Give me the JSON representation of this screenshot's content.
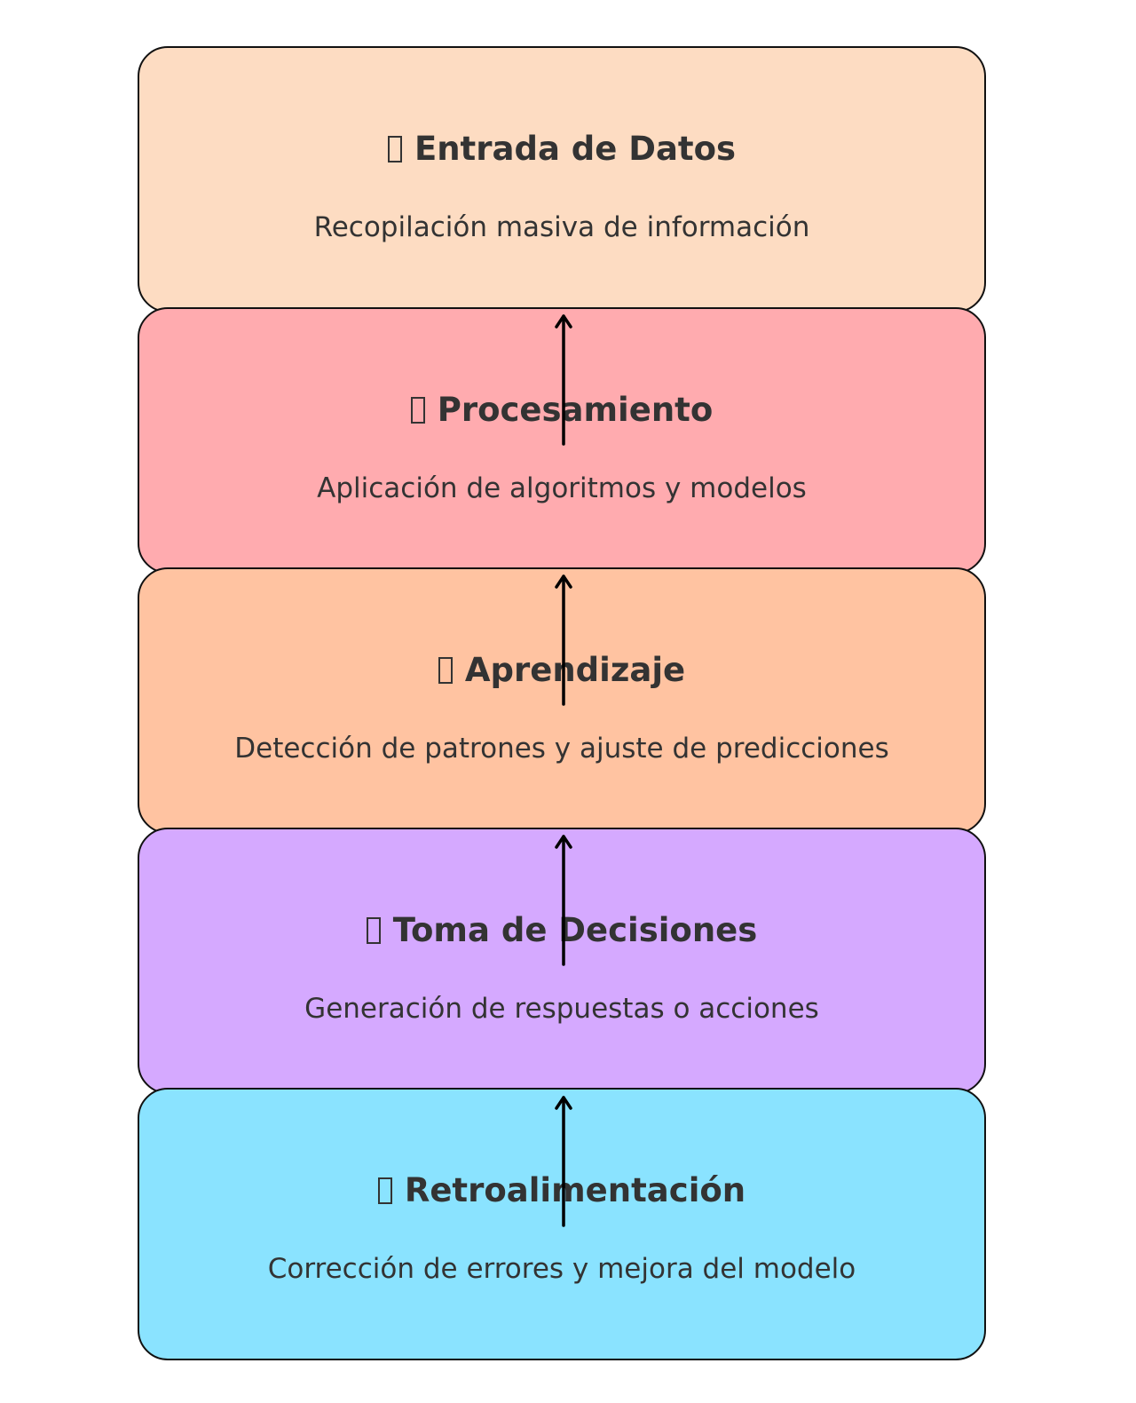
{
  "diagram": {
    "type": "vertical-flow",
    "stages": [
      {
        "icon": "missing-glyph-icon",
        "title": "Entrada de Datos",
        "description": "Recopilación masiva de información",
        "color": "#FDDCC2"
      },
      {
        "icon": "missing-glyph-icon",
        "title": "Procesamiento",
        "description": "Aplicación de algoritmos y modelos",
        "color": "#FFABAF"
      },
      {
        "icon": "missing-glyph-icon",
        "title": "Aprendizaje",
        "description": "Detección de patrones y ajuste de predicciones",
        "color": "#FFC3A1"
      },
      {
        "icon": "missing-glyph-icon",
        "title": "Toma de Decisiones",
        "description": "Generación de respuestas o acciones",
        "color": "#D5A9FF"
      },
      {
        "icon": "missing-glyph-icon",
        "title": "Retroalimentación",
        "description": "Corrección de errores y mejora del modelo",
        "color": "#8AE3FF"
      }
    ],
    "arrows": [
      {
        "from": "Procesamiento",
        "to": "Entrada de Datos",
        "direction": "up"
      },
      {
        "from": "Aprendizaje",
        "to": "Procesamiento",
        "direction": "up"
      },
      {
        "from": "Toma de Decisiones",
        "to": "Aprendizaje",
        "direction": "up"
      },
      {
        "from": "Retroalimentación",
        "to": "Toma de Decisiones",
        "direction": "up"
      }
    ],
    "border_color": "#111111",
    "text_color": "#333333"
  }
}
